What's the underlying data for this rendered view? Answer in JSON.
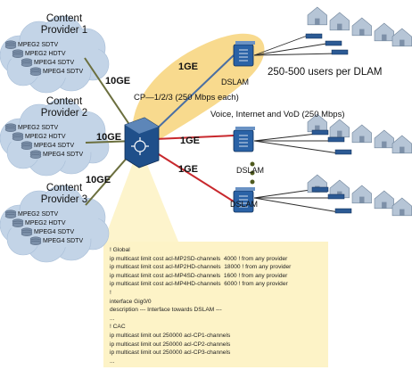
{
  "colors": {
    "cloud": "#c3d4e7",
    "cloud_edge": "#a9bfd8",
    "switch": "#1f4f8a",
    "dslam": "#2a62a6",
    "link_10ge": "#6b6f3e",
    "link_1ge_red": "#c8282d",
    "link_1ge_blue": "#4a6fa3",
    "highlight": "#f7d47a",
    "config_bg": "#fdf3c7",
    "house": "#b6c5d6",
    "dot": "#4f5a1e"
  },
  "providers": [
    {
      "name_line1": "Content",
      "name_line2": "Provider 1",
      "streams": [
        "MPEG2 SDTV",
        "MPEG2 HDTV",
        "MPEG4 SDTV",
        "MPEG4 SDTV"
      ]
    },
    {
      "name_line1": "Content",
      "name_line2": "Provider 2",
      "streams": [
        "MPEG2 SDTV",
        "MPEG2 HDTV",
        "MPEG4 SDTV",
        "MPEG4 SDTV"
      ]
    },
    {
      "name_line1": "Content",
      "name_line2": "Provider 3",
      "streams": [
        "MPEG2 SDTV",
        "MPEG2 HDTV",
        "MPEG4 SDTV",
        "MPEG4 SDTV"
      ]
    }
  ],
  "links": {
    "ten_ge_1": "10GE",
    "ten_ge_2": "10GE",
    "ten_ge_3": "10GE",
    "one_ge_1": "1GE",
    "one_ge_2": "1GE",
    "one_ge_3": "1GE"
  },
  "dslam_label": "DSLAM",
  "users_label": "250-500 users per DLAM",
  "cp_label": "CP—1/2/3 (250 Mbps each)",
  "voice_label": "Voice, Internet and VoD (250 Mbps)",
  "icons": [
    "cloud-icon",
    "disk-stack-icon",
    "switch-icon",
    "dslam-icon",
    "house-icon"
  ],
  "config_lines": [
    "! Global",
    "ip multicast limit cost acl-MP2SD-channels  4000 ! from any provider",
    "ip multicast limit cost acl-MP2HD-channels  18000 ! from any provider",
    "ip multicast limit cost acl-MP4SD-channels  1600 ! from any provider",
    "ip multicast limit cost acl-MP4HD-channels  6000 ! from any provider",
    "!",
    "interface Gig0/0",
    "description --- Interface towards DSLAM ---",
    "...",
    "! CAC",
    "ip multicast limit out 250000 acl-CP1-channels",
    "ip multicast limit out 250000 acl-CP2-channels",
    "ip multicast limit out 250000 acl-CP3-channels",
    "..."
  ]
}
